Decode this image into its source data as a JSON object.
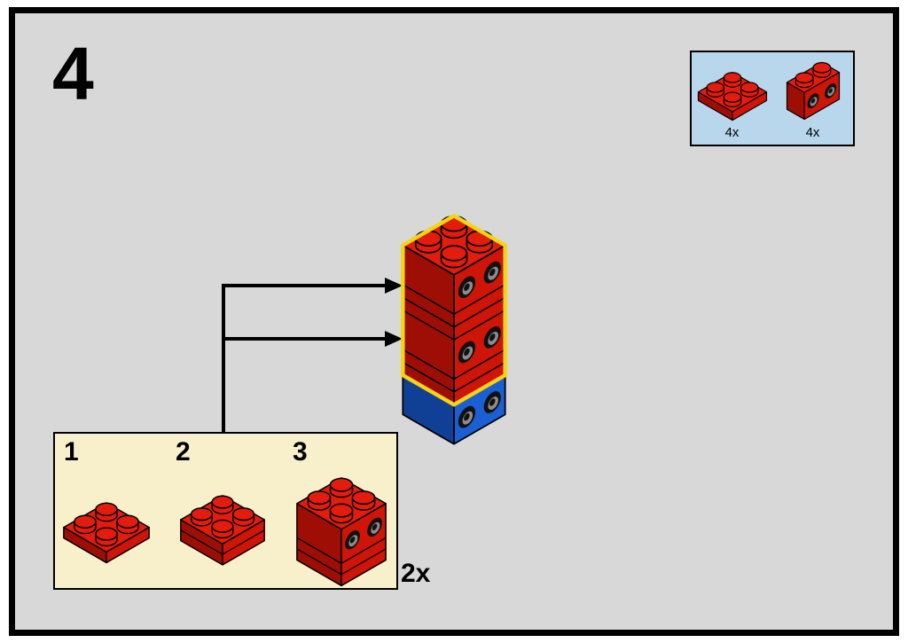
{
  "page": {
    "step_number": "4"
  },
  "parts_callout": {
    "items": [
      {
        "part": "red-plate-2x2",
        "count_label": "4x"
      },
      {
        "part": "red-technic-brick-with-holes",
        "count_label": "4x"
      }
    ]
  },
  "substeps_panel": {
    "steps": [
      {
        "label": "1",
        "illustration": "red-plate-2x2"
      },
      {
        "label": "2",
        "illustration": "red-plate-2x2-stack-of-two"
      },
      {
        "label": "3",
        "illustration": "red-plates-with-technic-brick"
      }
    ],
    "quantity_label": "2x"
  },
  "colors": {
    "page_background": "#d8d8d8",
    "frame_border": "#000000",
    "parts_callout_background": "#b9d7ec",
    "substeps_panel_background": "#f8efcb",
    "brick_red": "#d4160a",
    "brick_blue": "#1a5fd4",
    "highlight_yellow": "#f5d411"
  }
}
